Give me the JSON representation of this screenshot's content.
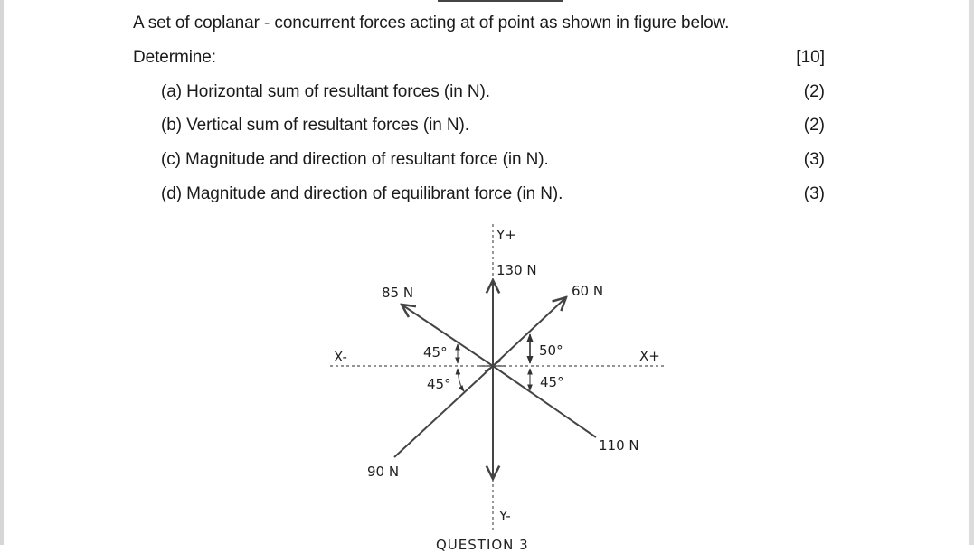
{
  "question": {
    "intro": "A set of coplanar - concurrent forces acting at of point as shown in figure below.",
    "determine_label": "Determine:",
    "total_marks": "[10]",
    "parts": [
      {
        "text": "(a) Horizontal sum of resultant forces (in N).",
        "marks": "(2)"
      },
      {
        "text": "(b) Vertical sum of resultant forces (in N).",
        "marks": "(2)"
      },
      {
        "text": "(c) Magnitude and direction of resultant force (in N).",
        "marks": "(3)"
      },
      {
        "text": "(d) Magnitude and direction of equilibrant force (in N).",
        "marks": "(3)"
      }
    ]
  },
  "diagram": {
    "axes": {
      "x_neg": "X-",
      "x_pos": "X+",
      "y_pos": "Y+",
      "y_neg": "Y-"
    },
    "forces": [
      {
        "label": "130 N",
        "direction": "up (Y+)"
      },
      {
        "label": "85 N",
        "direction": "up-left",
        "angle_label": "45°"
      },
      {
        "label": "60 N",
        "direction": "up-right",
        "angle_label": "50°"
      },
      {
        "label": "90 N",
        "direction": "down-left",
        "angle_label": "45°"
      },
      {
        "label": "110 N",
        "direction": "down-right",
        "angle_label": "45°"
      },
      {
        "label": "",
        "direction": "down (Y-)"
      }
    ],
    "angles": {
      "upper_left": "45°",
      "lower_left": "45°",
      "upper_right": "50°",
      "lower_right": "45°"
    }
  },
  "next_section_cut": "QUESTION 3"
}
